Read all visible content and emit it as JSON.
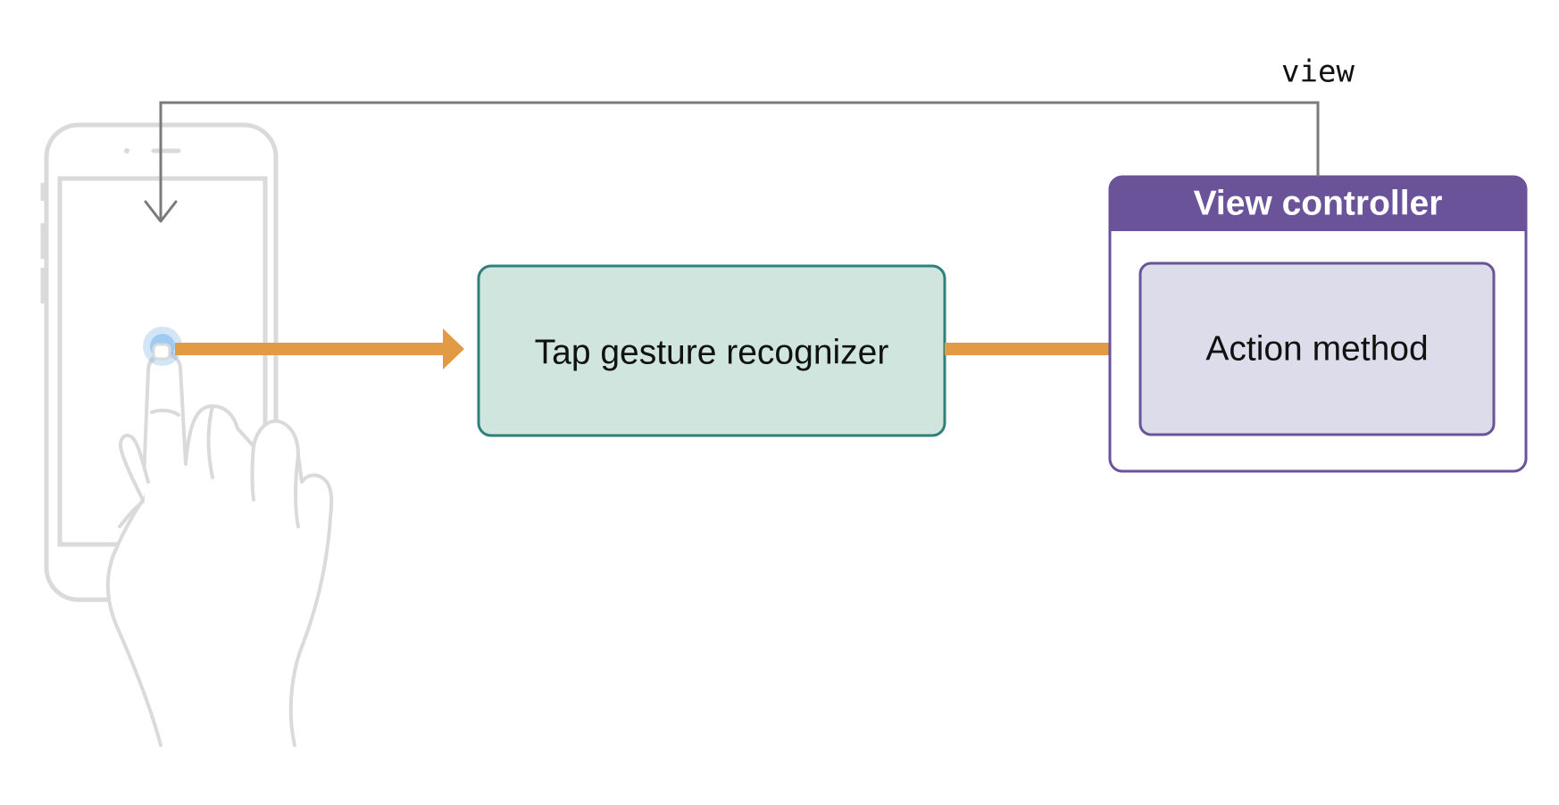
{
  "labels": {
    "view": "view",
    "view_controller": "View controller",
    "tap_gesture_recognizer": "Tap gesture recognizer",
    "action_method": "Action method"
  },
  "colors": {
    "arrow_orange": "#E39A44",
    "recognizer_fill": "#CFE5DE",
    "recognizer_border": "#2F7F7B",
    "controller_purple": "#6A5399",
    "action_fill": "#DCDCEB",
    "connector_gray": "#7A7A7A",
    "device_outline": "#DADADA",
    "touch_blue": "#7FB8EC"
  },
  "icons": {
    "device": "iphone-outline-icon",
    "hand": "tapping-hand-icon",
    "touch": "touch-point-icon"
  }
}
